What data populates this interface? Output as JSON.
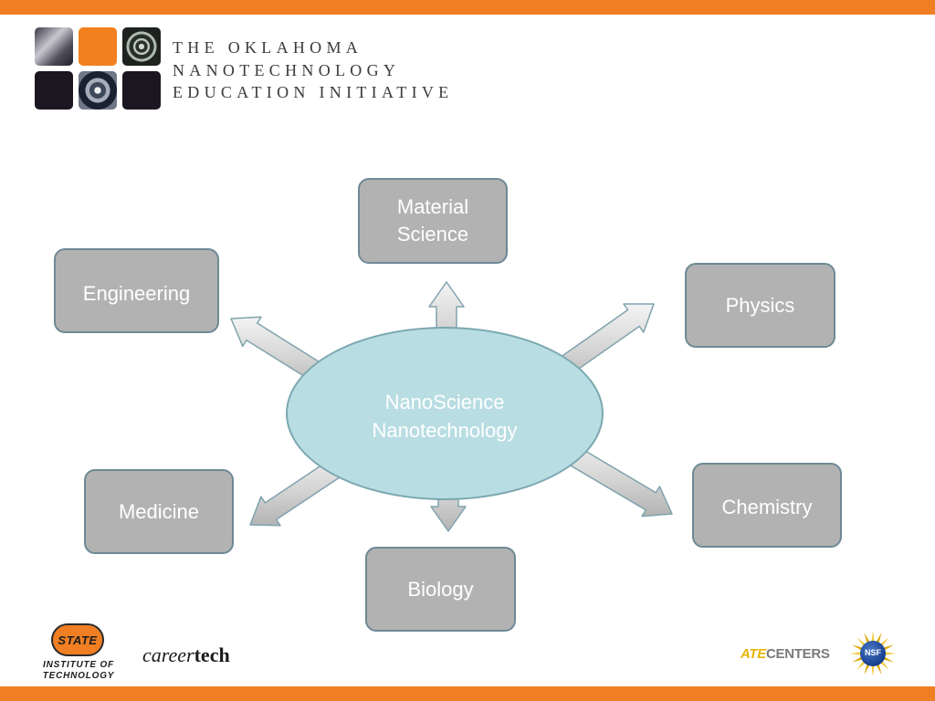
{
  "header": {
    "title_lines": [
      "THE OKLAHOMA",
      "NANOTECHNOLOGY",
      "EDUCATION INITIATIVE"
    ]
  },
  "diagram": {
    "center": [
      "NanoScience",
      "Nanotechnology"
    ],
    "nodes": {
      "material": [
        "Material",
        "Science"
      ],
      "engineering": "Engineering",
      "physics": "Physics",
      "medicine": "Medicine",
      "chemistry": "Chemistry",
      "biology": "Biology"
    }
  },
  "footer": {
    "osu_badge": "STATE",
    "osu_lines": [
      "INSTITUTE OF",
      "TECHNOLOGY"
    ],
    "careertech_prefix": "career",
    "careertech_suffix": "tech",
    "ate_prefix": "ATE",
    "ate_suffix": "CENTERS",
    "nsf": "NSF"
  },
  "colors": {
    "accent_orange": "#f07f24",
    "center_fill": "#b8dde2",
    "node_fill": "#b2b2b2",
    "node_border": "#6d8a95"
  }
}
